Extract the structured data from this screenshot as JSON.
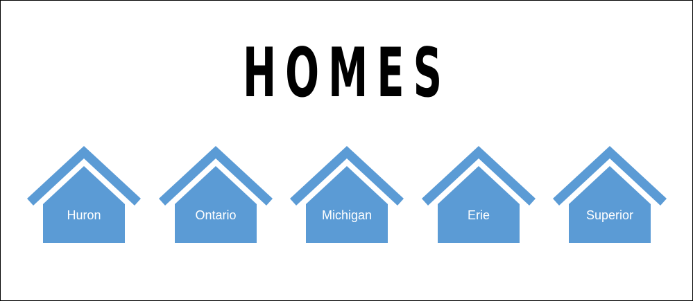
{
  "title": "HOMES",
  "colors": {
    "house_fill": "#5b9bd5",
    "label_text": "#ffffff",
    "title_text": "#000000",
    "background": "#ffffff"
  },
  "houses": [
    {
      "label": "Huron",
      "icon": "house-icon"
    },
    {
      "label": "Ontario",
      "icon": "house-icon"
    },
    {
      "label": "Michigan",
      "icon": "house-icon"
    },
    {
      "label": "Erie",
      "icon": "house-icon"
    },
    {
      "label": "Superior",
      "icon": "house-icon"
    }
  ]
}
